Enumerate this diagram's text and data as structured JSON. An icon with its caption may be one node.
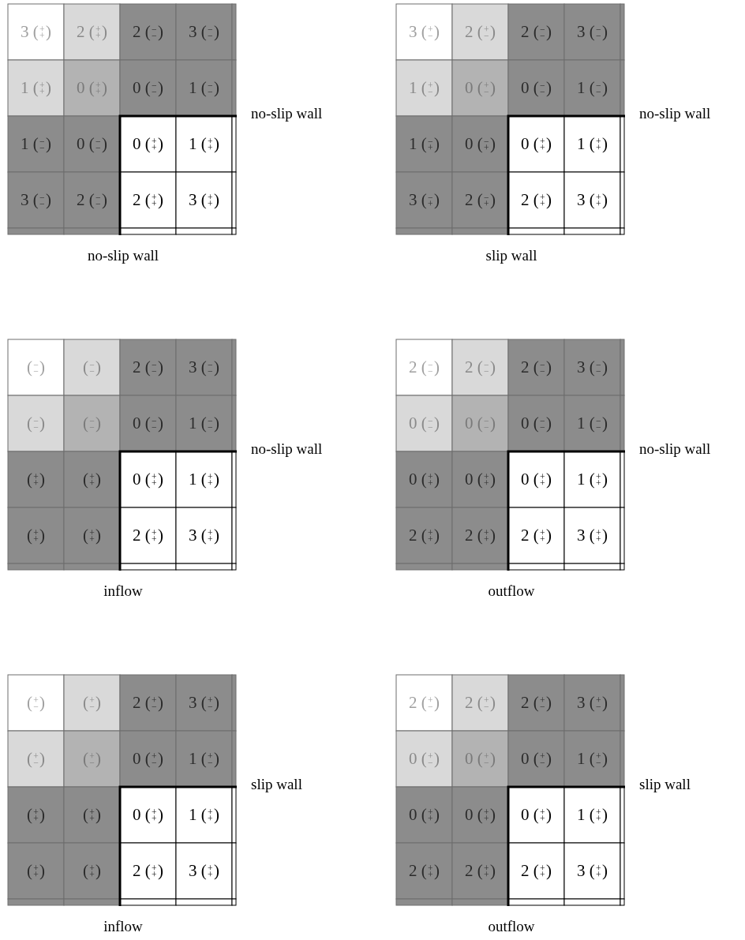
{
  "diagram": {
    "labels": [
      "3 ($^{+}$$_{+}$)",
      "2 ($^{+}$$_{+}$)",
      "2 ($^{−}$$_{−}$)",
      "3 ($^{−}$$_{−}$)",
      "1 ($^{+}$$_{+}$)",
      "0 ($^{+}$$_{+}$)",
      "0 ($^{−}$$_{−}$)",
      "1 ($^{−}$$_{−}$)",
      "1 ($^{−}$$_{−}$)",
      "0 ($^{−}$$_{−}$)",
      "0 ($^{+}$$_{+}$)",
      "1 ($^{+}$$_{+}$)",
      "3 ($^{−}$$_{−}$)",
      "2 ($^{−}$$_{−}$)",
      "2 ($^{+}$$_{+}$)",
      "3 ($^{+}$$_{+}$)",
      "no-slip wall",
      "no-slip wall",
      "3 ($^{+}$$_{−}$)",
      "2 ($^{+}$$_{−}$)",
      "2 ($^{−}$$_{−}$)",
      "3 ($^{−}$$_{−}$)",
      "1 ($^{+}$$_{−}$)",
      "0 ($^{+}$$_{−}$)",
      "0 ($^{−}$$_{−}$)",
      "1 ($^{−}$$_{−}$)",
      "1 ($^{−}$$_{+}$)",
      "0 ($^{−}$$_{+}$)",
      "0 ($^{+}$$_{+}$)",
      "1 ($^{+}$$_{+}$)",
      "3 ($^{−}$$_{+}$)",
      "2 ($^{−}$$_{+}$)",
      "2 ($^{+}$$_{+}$)",
      "3 ($^{+}$$_{+}$)",
      "no-slip wall",
      "slip wall",
      "($^{−}$$_{−}$)",
      "($^{−}$$_{−}$)",
      "2 ($^{−}$$_{−}$)",
      "3 ($^{−}$$_{−}$)",
      "($^{−}$$_{−}$)",
      "($^{−}$$_{−}$)",
      "0 ($^{−}$$_{−}$)",
      "1 ($^{−}$$_{−}$)",
      "($^{+}$$_{+}$)",
      "($^{+}$$_{+}$)",
      "0 ($^{+}$$_{+}$)",
      "1 ($^{+}$$_{+}$)",
      "($^{+}$$_{+}$)",
      "($^{+}$$_{+}$)",
      "2 ($^{+}$$_{+}$)",
      "3 ($^{+}$$_{+}$)",
      "no-slip wall",
      "inflow",
      "2 ($^{−}$$_{−}$)",
      "2 ($^{−}$$_{−}$)",
      "2 ($^{−}$$_{−}$)",
      "3 ($^{−}$$_{−}$)",
      "0 ($^{−}$$_{−}$)",
      "0 ($^{−}$$_{−}$)",
      "0 ($^{−}$$_{−}$)",
      "1 ($^{−}$$_{−}$)",
      "0 ($^{+}$$_{+}$)",
      "0 ($^{+}$$_{+}$)",
      "0 ($^{+}$$_{+}$)",
      "1 ($^{+}$$_{+}$)",
      "2 ($^{+}$$_{+}$)",
      "2 ($^{+}$$_{+}$)",
      "2 ($^{+}$$_{+}$)",
      "3 ($^{+}$$_{+}$)",
      "no-slip wall",
      "outflow",
      "($^{+}$$_{−}$)",
      "($^{+}$$_{−}$)",
      "2 ($^{+}$$_{−}$)",
      "3 ($^{+}$$_{−}$)",
      "($^{+}$$_{−}$)",
      "($^{+}$$_{−}$)",
      "0 ($^{+}$$_{−}$)",
      "1 ($^{+}$$_{−}$)",
      "($^{+}$$_{+}$)",
      "($^{+}$$_{+}$)",
      "0 ($^{+}$$_{+}$)",
      "1 ($^{+}$$_{+}$)",
      "($^{+}$$_{+}$)",
      "($^{+}$$_{+}$)",
      "2 ($^{+}$$_{+}$)",
      "3 ($^{+}$$_{+}$)",
      "slip wall",
      "inflow",
      "2 ($^{+}$$_{−}$)",
      "2 ($^{+}$$_{−}$)",
      "2 ($^{+}$$_{−}$)",
      "3 ($^{+}$$_{−}$)",
      "0 ($^{+}$$_{−}$)",
      "0 ($^{+}$$_{−}$)",
      "0 ($^{+}$$_{−}$)",
      "1 ($^{+}$$_{−}$)",
      "0 ($^{+}$$_{+}$)",
      "0 ($^{+}$$_{+}$)",
      "0 ($^{+}$$_{+}$)",
      "1 ($^{+}$$_{+}$)",
      "2 ($^{+}$$_{+}$)",
      "2 ($^{+}$$_{+}$)",
      "2 ($^{+}$$_{+}$)",
      "3 ($^{+}$$_{+}$)",
      "slip wall",
      "outflow"
    ]
  }
}
